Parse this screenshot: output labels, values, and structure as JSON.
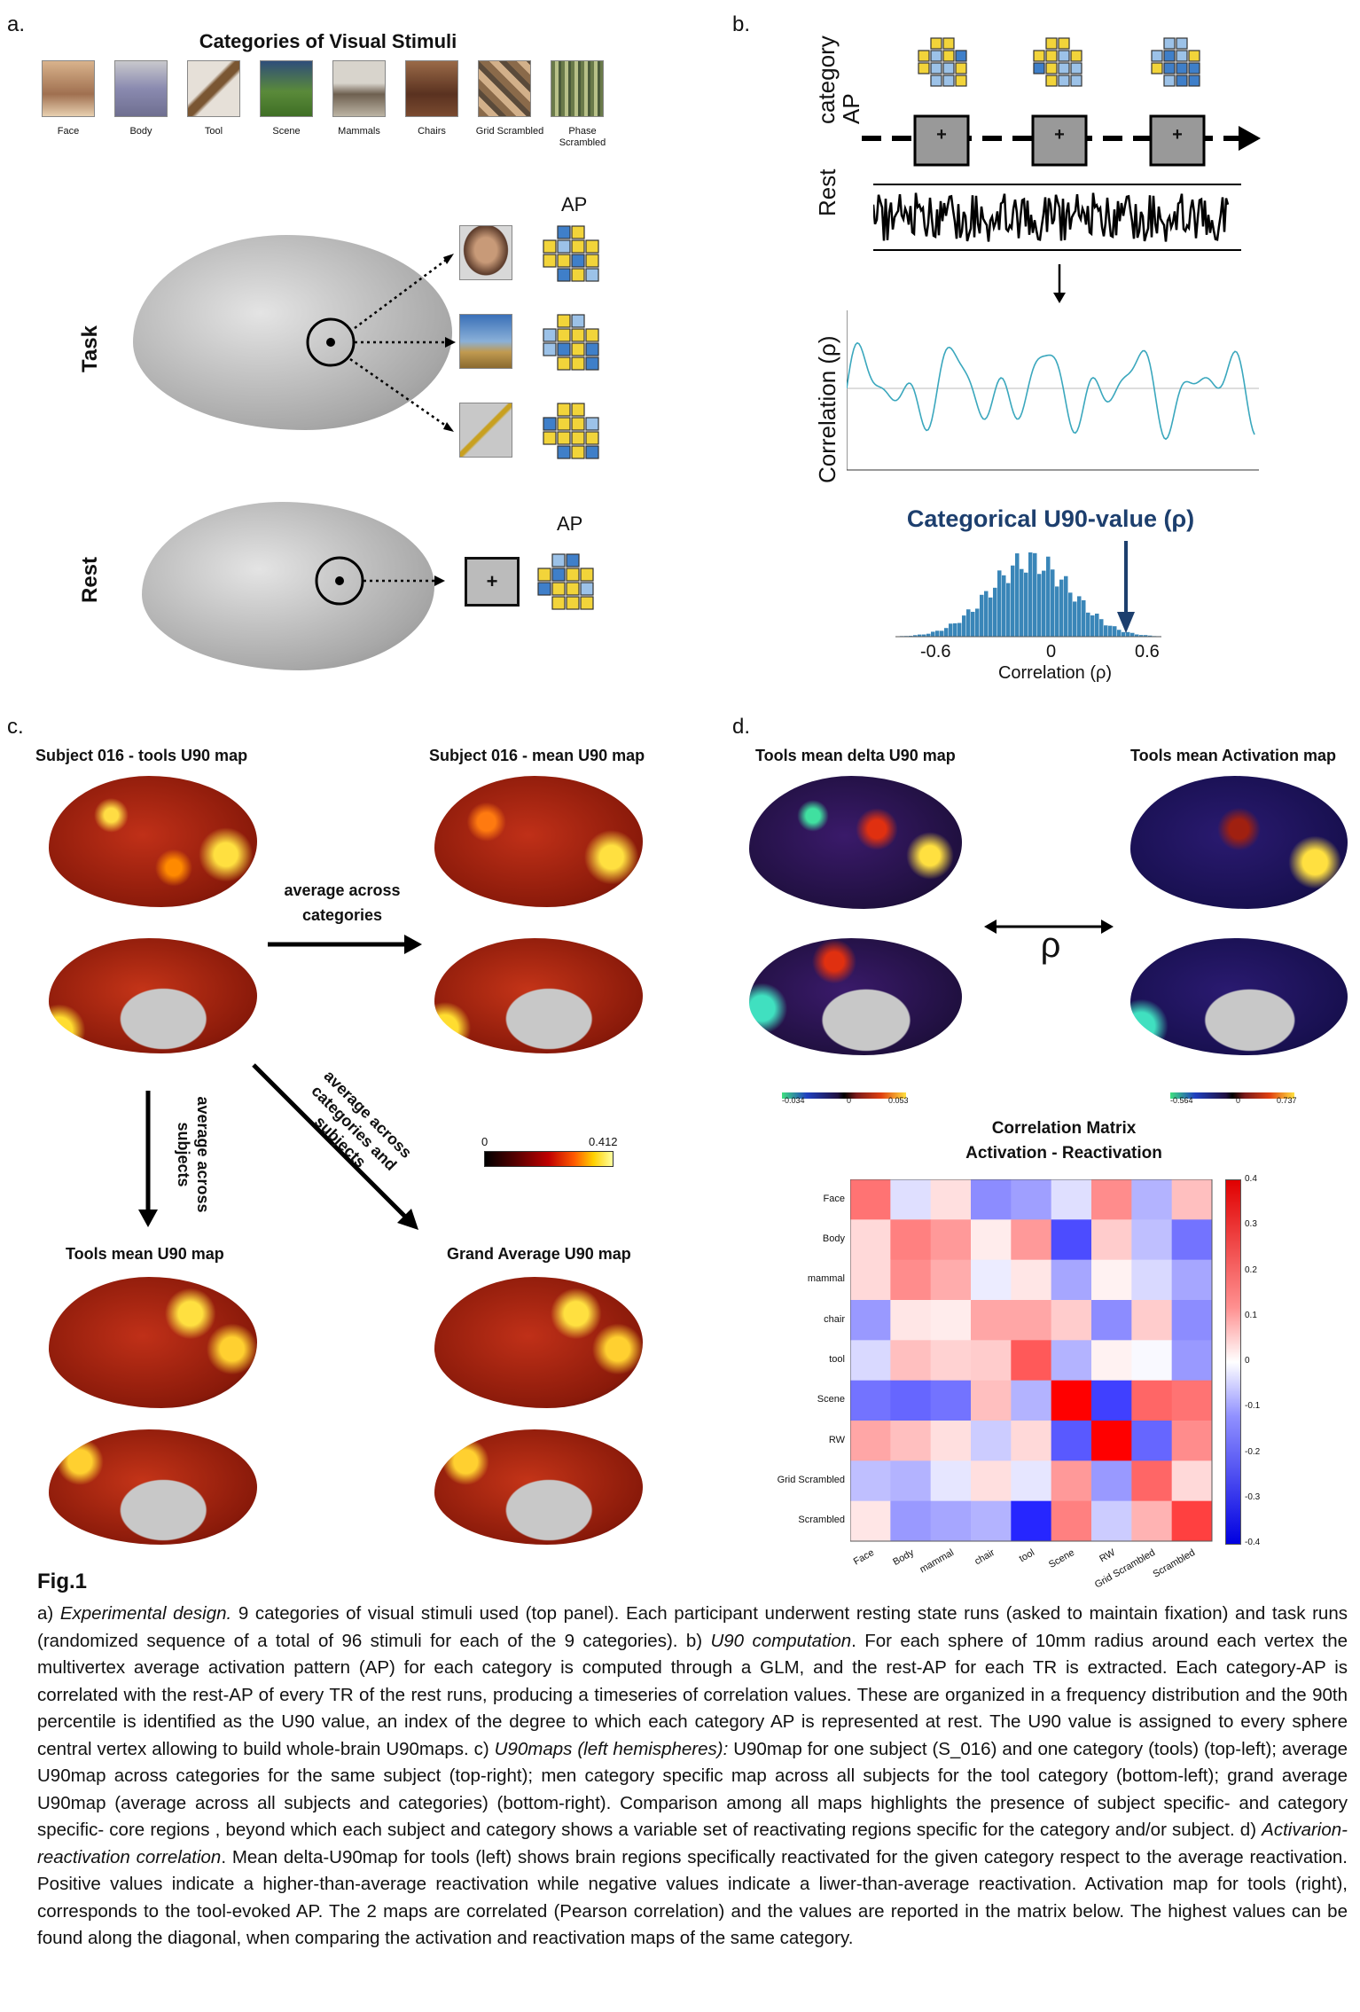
{
  "panel_a": {
    "label": "a.",
    "title": "Categories of Visual Stimuli",
    "stimuli": [
      "Face",
      "Body",
      "Tool",
      "Scene",
      "Mammals",
      "Chairs",
      "Grid Scrambled",
      "Phase Scrambled"
    ],
    "task_label": "Task",
    "rest_label": "Rest",
    "ap_label": "AP",
    "ap_label_rest": "AP",
    "fixation": "+"
  },
  "panel_b": {
    "label": "b.",
    "category_ap": "category AP",
    "rest": "Rest",
    "fix1": "+",
    "fix2": "+",
    "fix3": "+",
    "corr_axis": "Correlation (ρ)",
    "hist_title": "Categorical U90-value (ρ)",
    "hist_xlabel": "Correlation (ρ)",
    "hist_ticks": [
      "-0.6",
      "0",
      "0.6"
    ]
  },
  "panel_c": {
    "label": "c.",
    "t1": "Subject 016 - tools U90 map",
    "t2": "Subject 016 - mean U90 map",
    "t3": "Tools mean U90 map",
    "t4": "Grand Average U90 map",
    "arrow_right": "average across categories",
    "arrow_down": "average across subjects",
    "arrow_diag": "average across categories and subjects",
    "cbar_min": "0",
    "cbar_max": "0.412"
  },
  "panel_d": {
    "label": "d.",
    "t1": "Tools mean delta U90 map",
    "t2": "Tools mean Activation map",
    "rho": "ρ",
    "cbar1_min": "-0.034",
    "cbar1_mid": "0",
    "cbar1_max": "0.053",
    "cbar2_min": "-0.564",
    "cbar2_mid": "0",
    "cbar2_max": "0.737",
    "matrix_title_1": "Correlation Matrix",
    "matrix_title_2": "Activation - Reactivation",
    "matrix_ticks": [
      "0.4",
      "0.3",
      "0.2",
      "0.1",
      "0",
      "-0.1",
      "-0.2",
      "-0.3",
      "-0.4"
    ]
  },
  "chart_data": {
    "type": "heatmap",
    "title": "Correlation Matrix Activation - Reactivation",
    "rows": [
      "Face",
      "Body",
      "mammal",
      "chair",
      "tool",
      "Scene",
      "RW",
      "Grid Scrambled",
      "Scrambled"
    ],
    "cols": [
      "Face",
      "Body",
      "mammal",
      "chair",
      "tool",
      "Scene",
      "RW",
      "Grid Scrambled",
      "Scrambled"
    ],
    "values": [
      [
        0.22,
        -0.05,
        0.05,
        -0.18,
        -0.15,
        -0.05,
        0.18,
        -0.12,
        0.1
      ],
      [
        0.06,
        0.2,
        0.16,
        0.03,
        0.16,
        -0.28,
        0.08,
        -0.1,
        -0.22
      ],
      [
        0.06,
        0.18,
        0.13,
        -0.03,
        0.04,
        -0.14,
        0.02,
        -0.06,
        -0.14
      ],
      [
        -0.16,
        0.04,
        0.03,
        0.14,
        0.14,
        0.08,
        -0.18,
        0.08,
        -0.18
      ],
      [
        -0.06,
        0.1,
        0.07,
        0.08,
        0.26,
        -0.12,
        0.02,
        -0.01,
        -0.16
      ],
      [
        -0.22,
        -0.24,
        -0.22,
        0.1,
        -0.12,
        0.4,
        -0.3,
        0.24,
        0.22
      ],
      [
        0.14,
        0.1,
        0.05,
        -0.08,
        0.06,
        -0.26,
        0.4,
        -0.24,
        0.18
      ],
      [
        -0.1,
        -0.12,
        -0.04,
        0.05,
        -0.04,
        0.16,
        -0.16,
        0.24,
        0.06
      ],
      [
        0.04,
        -0.16,
        -0.14,
        -0.12,
        -0.34,
        0.2,
        -0.08,
        0.12,
        0.3
      ]
    ],
    "zlim": [
      -0.4,
      0.4
    ],
    "colormap": "blue-white-red"
  },
  "caption": {
    "fig": "Fig.1",
    "p1_a": "a) ",
    "p1_a_i": "Experimental design.",
    "p1_a_t": " 9 categories of visual stimuli used (top panel). Each participant underwent resting state runs (asked to maintain fixation) and task runs (randomized sequence of a total of 96 stimuli for each of the 9 categories). b) ",
    "p1_b_i": "U90 computation",
    "p1_b_t": ". For each sphere of 10mm radius around each vertex the multivertex average activation pattern (AP) for each category is computed through a GLM, and the rest-AP for each TR is extracted. Each category-AP is correlated with the rest-AP of every TR of the rest runs, producing a timeseries of correlation values. These are organized in a frequency distribution and the 90th percentile is identified as the U90 value, an index of the degree to which each category AP is represented at rest. The U90 value is assigned to every sphere central vertex allowing to build whole-brain U90maps. c) ",
    "p1_c_i": "U90maps (left hemispheres):",
    "p1_c_t": " U90map for one subject (S_016) and one category (tools) (top-left); average U90map across categories for the same subject (top-right); men category specific map across all subjects for the tool category (bottom-left); grand average U90map (average across all subjects and categories) (bottom-right). Comparison among all maps highlights the presence of subject specific- and category specific- core regions , beyond which  each subject and category shows a variable set of reactivating regions specific for the category and/or subject. d) ",
    "p1_d_i": "Activarion-reactivation correlation",
    "p1_d_t": ". Mean delta-U90map for tools (left) shows brain regions specifically reactivated for the given category respect to the average reactivation. Positive values indicate a higher-than-average reactivation while negative values indicate a liwer-than-average reactivation. Activation map for tools (right), corresponds to the tool-evoked AP. The 2 maps are correlated (Pearson correlation) and the values are reported in the matrix below. The highest values can be found along the diagonal, when comparing the activation and reactivation maps of the same category."
  }
}
